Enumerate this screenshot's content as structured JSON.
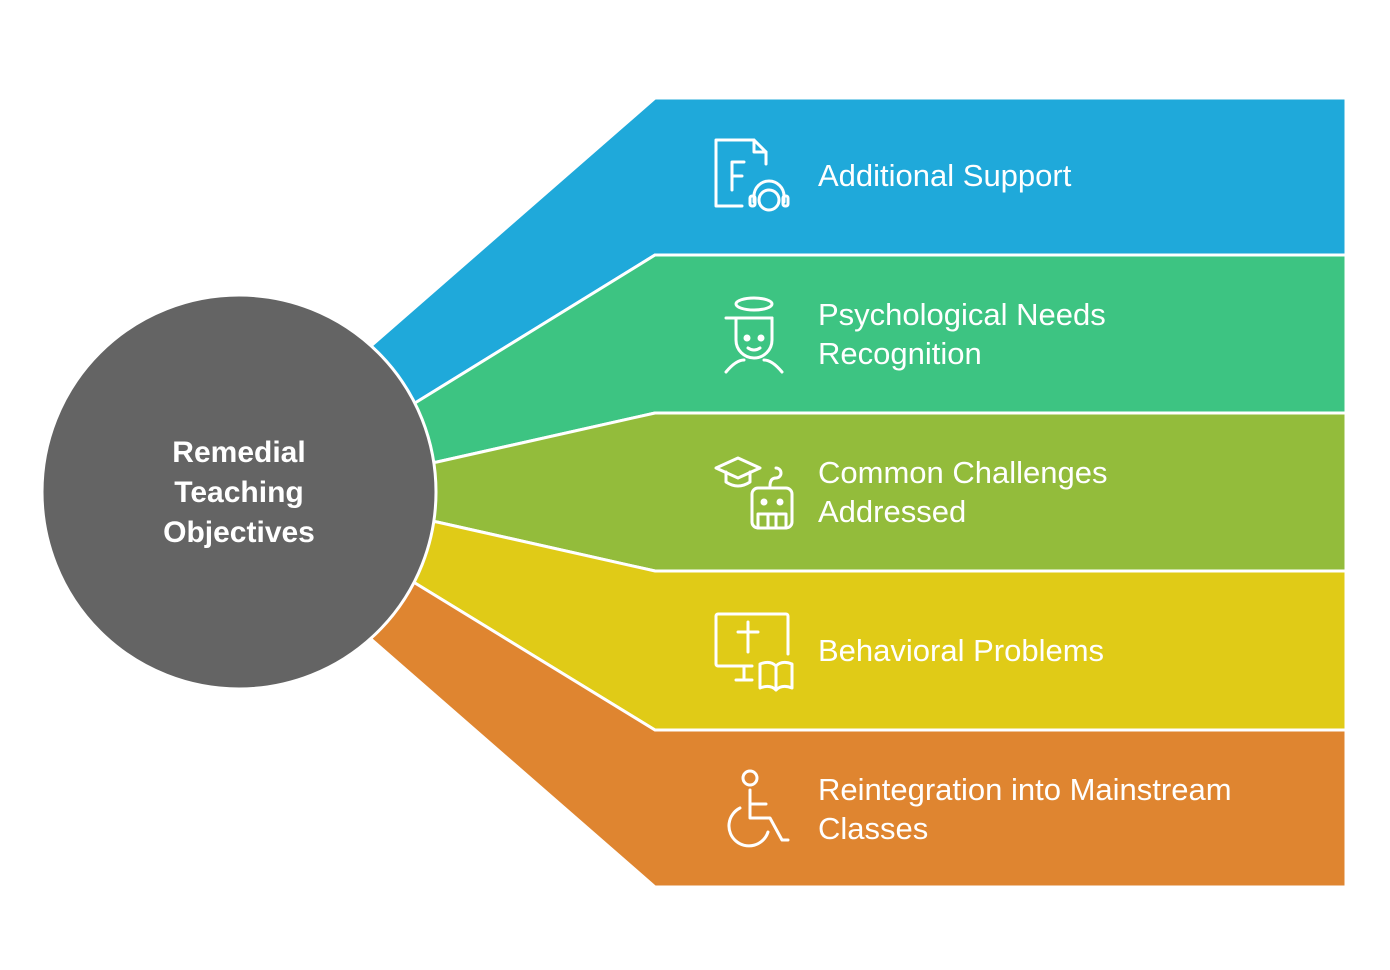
{
  "center": {
    "title": "Remedial Teaching Objectives"
  },
  "items": [
    {
      "label": "Additional Support",
      "icon": "document-headset-icon",
      "color": "#1fa9da"
    },
    {
      "label": "Psychological Needs Recognition",
      "icon": "person-head-icon",
      "color": "#3dc482"
    },
    {
      "label": "Common Challenges Addressed",
      "icon": "graduation-robot-icon",
      "color": "#93bc3b"
    },
    {
      "label": "Behavioral Problems",
      "icon": "monitor-cross-book-icon",
      "color": "#e0cb17"
    },
    {
      "label": "Reintegration into Mainstream Classes",
      "icon": "wheelchair-icon",
      "color": "#df8530"
    }
  ],
  "center_color": "#646464"
}
